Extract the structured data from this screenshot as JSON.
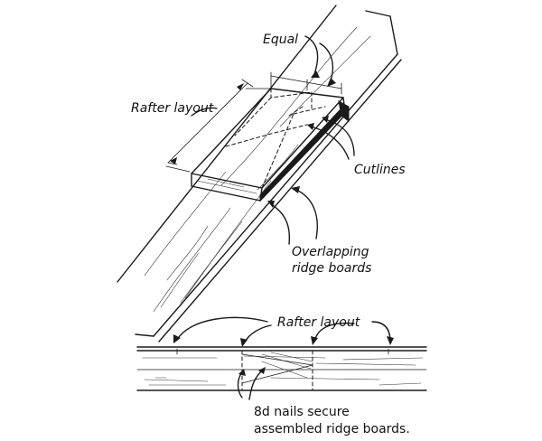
{
  "labels": {
    "equal": "Equal",
    "rafter_layout_top": "Rafter layout",
    "cutlines": "Cutlines",
    "overlapping_line1": "Overlapping",
    "overlapping_line2": "ridge boards",
    "rafter_layout_bottom": "Rafter layout",
    "nails_line1": "8d nails secure",
    "nails_line2": "assembled ridge boards."
  }
}
